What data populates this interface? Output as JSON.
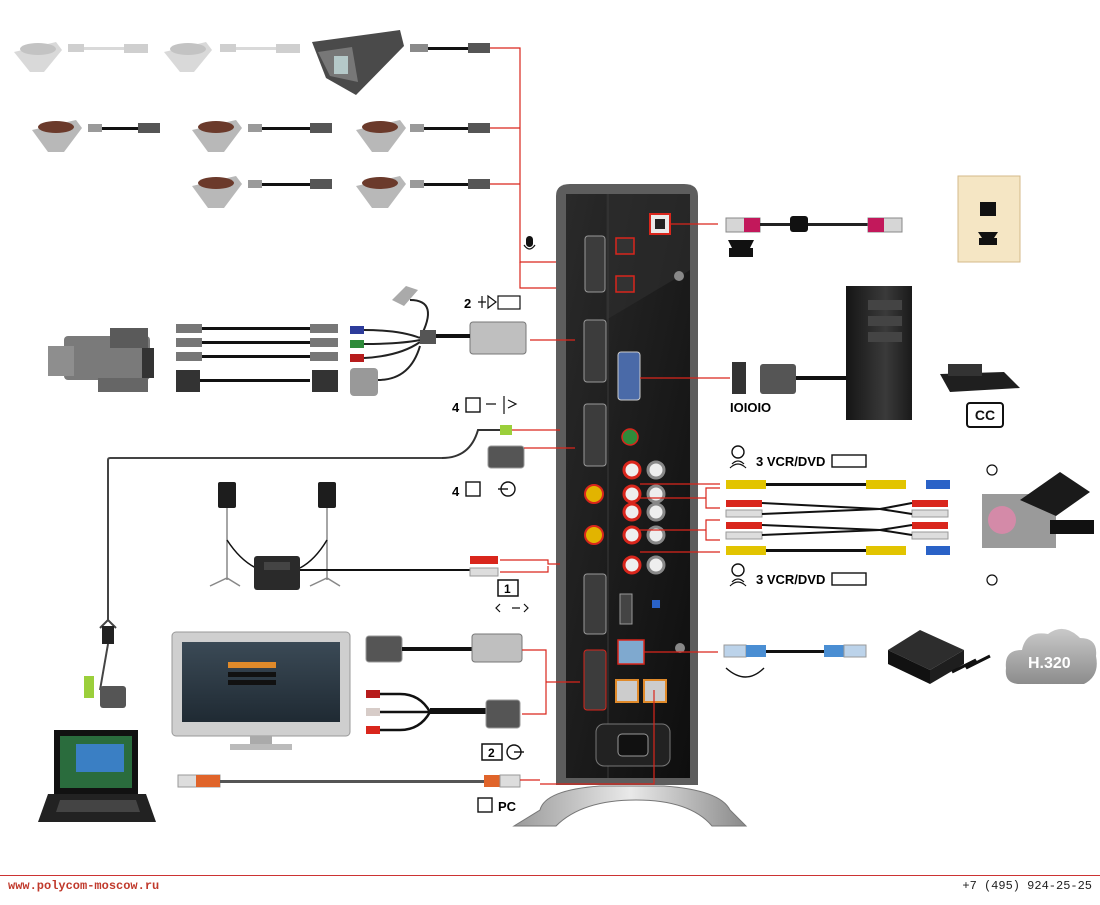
{
  "labels": {
    "camera_count": "2",
    "mic_label": "IOIOIO",
    "audio_in_count": "4",
    "audio_out_count": "4",
    "vcr_dvd_top": "3 VCR/DVD",
    "vcr_dvd_bottom": "3 VCR/DVD",
    "speaker_box_num": "1",
    "display_box_num": "2",
    "pc_label": "PC",
    "cloud_label": "H.320",
    "cc_label": "CC"
  },
  "footer": {
    "website": "www.polycom-moscow.ru",
    "phone": "+7 (495) 924-25-25"
  },
  "colors": {
    "cable_red": "#d9261c",
    "panel_dark": "#1b1b1b",
    "footer_accent": "#c0392b"
  }
}
